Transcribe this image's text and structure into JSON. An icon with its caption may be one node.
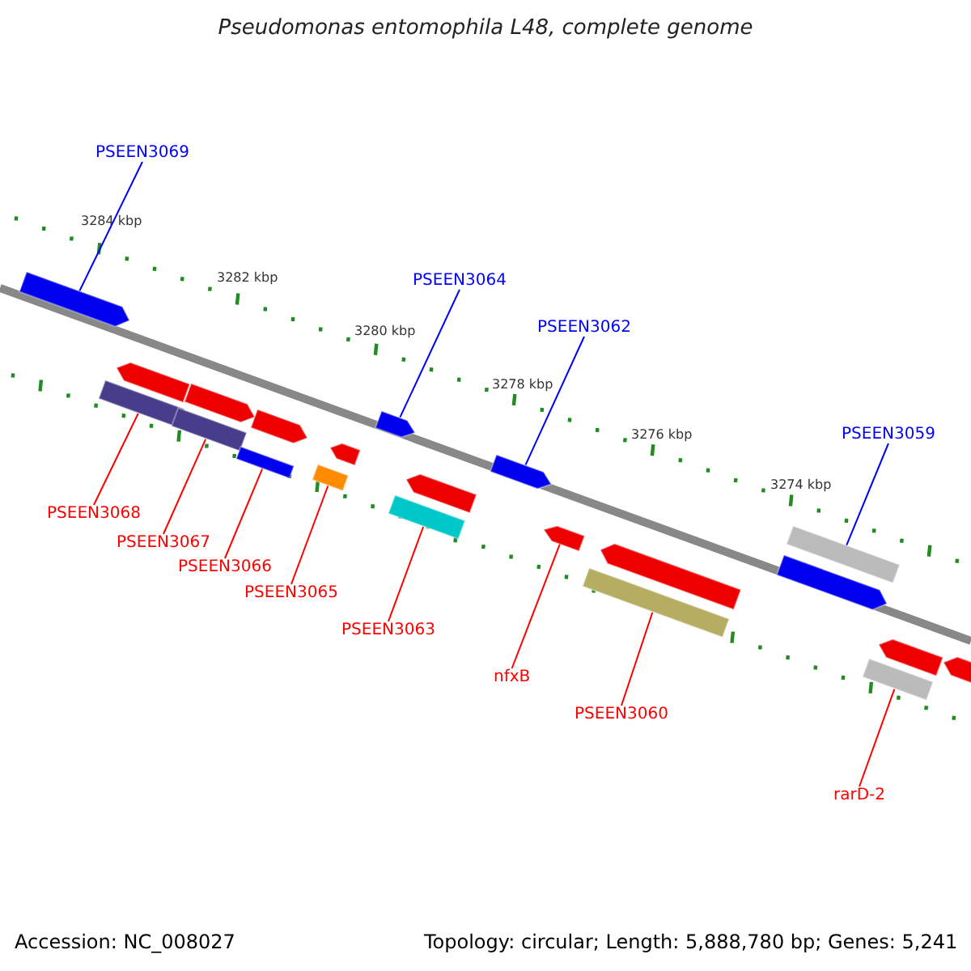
{
  "diagram": {
    "title": "Pseudomonas entomophila L48, complete genome",
    "nodes": [
      {
        "text": [
          "PSEEN3069"
        ]
      },
      {
        "text": [
          "PSEEN3064"
        ]
      },
      {
        "text": [
          "PSEEN3062"
        ]
      },
      {
        "text": [
          "PSEEN3059"
        ]
      },
      {
        "text": [
          "PSEEN3068"
        ]
      },
      {
        "text": [
          "PSEEN3067"
        ]
      },
      {
        "text": [
          "PSEEN3066"
        ]
      },
      {
        "text": [
          "PSEEN3065"
        ]
      },
      {
        "text": [
          "PSEEN3063"
        ]
      },
      {
        "text": [
          "nfxB"
        ]
      },
      {
        "text": [
          "PSEEN3060"
        ]
      },
      {
        "text": [
          "rarD-2"
        ]
      },
      {
        "text": [],
        "shape": "arrow"
      },
      {
        "text": [],
        "shape": "arrow"
      },
      {
        "text": [],
        "shape": "bar"
      },
      {
        "text": [],
        "shape": "arrow"
      },
      {
        "text": [],
        "shape": "bar"
      },
      {
        "text": [],
        "shape": "arrow"
      },
      {
        "text": [],
        "shape": "bar"
      },
      {
        "text": [],
        "shape": "arrow"
      },
      {
        "text": [],
        "shape": "box"
      },
      {
        "text": [],
        "shape": "arrow"
      },
      {
        "text": [],
        "shape": "arrow"
      },
      {
        "text": [],
        "shape": "bar"
      },
      {
        "text": [],
        "shape": "arrow"
      },
      {
        "text": [],
        "shape": "arrow"
      },
      {
        "text": [],
        "shape": "arrow"
      },
      {
        "text": [],
        "shape": "bar"
      },
      {
        "text": [],
        "shape": "bar"
      },
      {
        "text": [],
        "shape": "arrow"
      },
      {
        "text": [],
        "shape": "arrow"
      },
      {
        "text": [],
        "shape": "bar"
      },
      {
        "text": [],
        "shape": "arrow"
      }
    ],
    "edges": [
      {
        "from": 0,
        "to": 12,
        "arrow": "none",
        "color": "#0000ff"
      },
      {
        "from": 1,
        "to": 21,
        "arrow": "none",
        "color": "#0000ff"
      },
      {
        "from": 2,
        "to": 24,
        "arrow": "none",
        "color": "#0000ff"
      },
      {
        "from": 3,
        "to": 28,
        "arrow": "none",
        "color": "#0000ff"
      },
      {
        "from": 4,
        "to": 14,
        "arrow": "none"
      },
      {
        "from": 5,
        "to": 16,
        "arrow": "none"
      },
      {
        "from": 6,
        "to": 18,
        "arrow": "none"
      },
      {
        "from": 7,
        "to": 20,
        "arrow": "none"
      },
      {
        "from": 8,
        "to": 23,
        "arrow": "none"
      },
      {
        "from": 9,
        "to": 25,
        "arrow": "none"
      },
      {
        "from": 10,
        "to": 27,
        "arrow": "none"
      },
      {
        "from": 11,
        "to": 31,
        "arrow": "none"
      }
    ],
    "labels": [
      "3284 kbp",
      "3282 kbp",
      "3280 kbp",
      "3278 kbp",
      "3276 kbp",
      "3274 kbp",
      "Accession: NC_008027",
      "Topology: circular; Length: 5,888,780 bp; Genes: 5,241"
    ]
  }
}
